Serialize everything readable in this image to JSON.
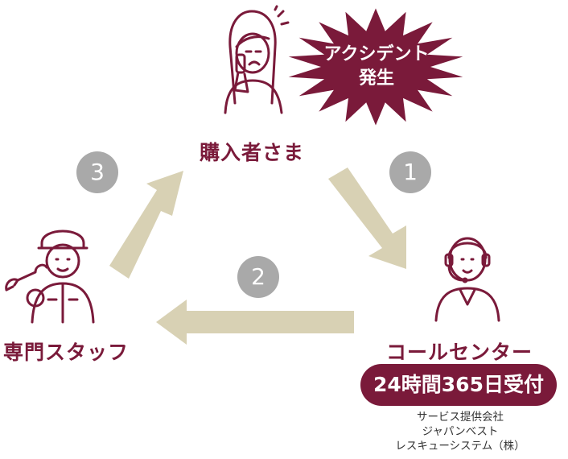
{
  "nodes": {
    "customer": {
      "label": "購入者さま",
      "icon": "worried-woman-phone-icon"
    },
    "callcenter": {
      "label": "コールセンター",
      "icon": "headset-operator-icon"
    },
    "specialist": {
      "label": "専門スタッフ",
      "icon": "mechanic-wrench-icon"
    }
  },
  "accident": {
    "line1": "アクシデント",
    "line2": "発生"
  },
  "steps": {
    "one": "1",
    "two": "2",
    "three": "3"
  },
  "reception": "24時間365日受付",
  "company": {
    "line1": "サービス提供会社",
    "line2": "ジャパンベスト",
    "line3": "レスキューシステム（株）"
  },
  "colors": {
    "accent": "#7a1a3a",
    "arrow": "#d8d1b4",
    "step": "#a9a9a9"
  }
}
